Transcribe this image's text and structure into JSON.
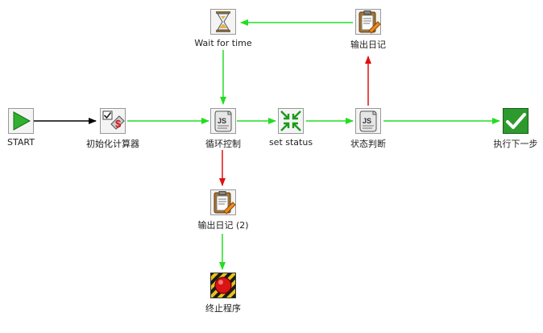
{
  "colors": {
    "hop_ok": "#22dd22",
    "hop_error": "#e01010",
    "hop_unconditional": "#000000"
  },
  "nodes": {
    "start": {
      "label": "START",
      "icon": "play-icon"
    },
    "init": {
      "label": "初始化计算器",
      "icon": "calculator-icon"
    },
    "loop": {
      "label": "循环控制",
      "icon": "javascript-scroll-icon"
    },
    "setstat": {
      "label": "set status",
      "icon": "set-variables-icon"
    },
    "judge": {
      "label": "状态判断",
      "icon": "javascript-scroll-icon"
    },
    "next": {
      "label": "执行下一步",
      "icon": "checkmark-icon"
    },
    "wait": {
      "label": "Wait for time",
      "icon": "hourglass-icon"
    },
    "log1": {
      "label": "输出日记",
      "icon": "clipboard-log-icon"
    },
    "log2": {
      "label": "输出日记 (2)",
      "icon": "clipboard-log-icon"
    },
    "abort": {
      "label": "终止程序",
      "icon": "abort-icon"
    }
  }
}
